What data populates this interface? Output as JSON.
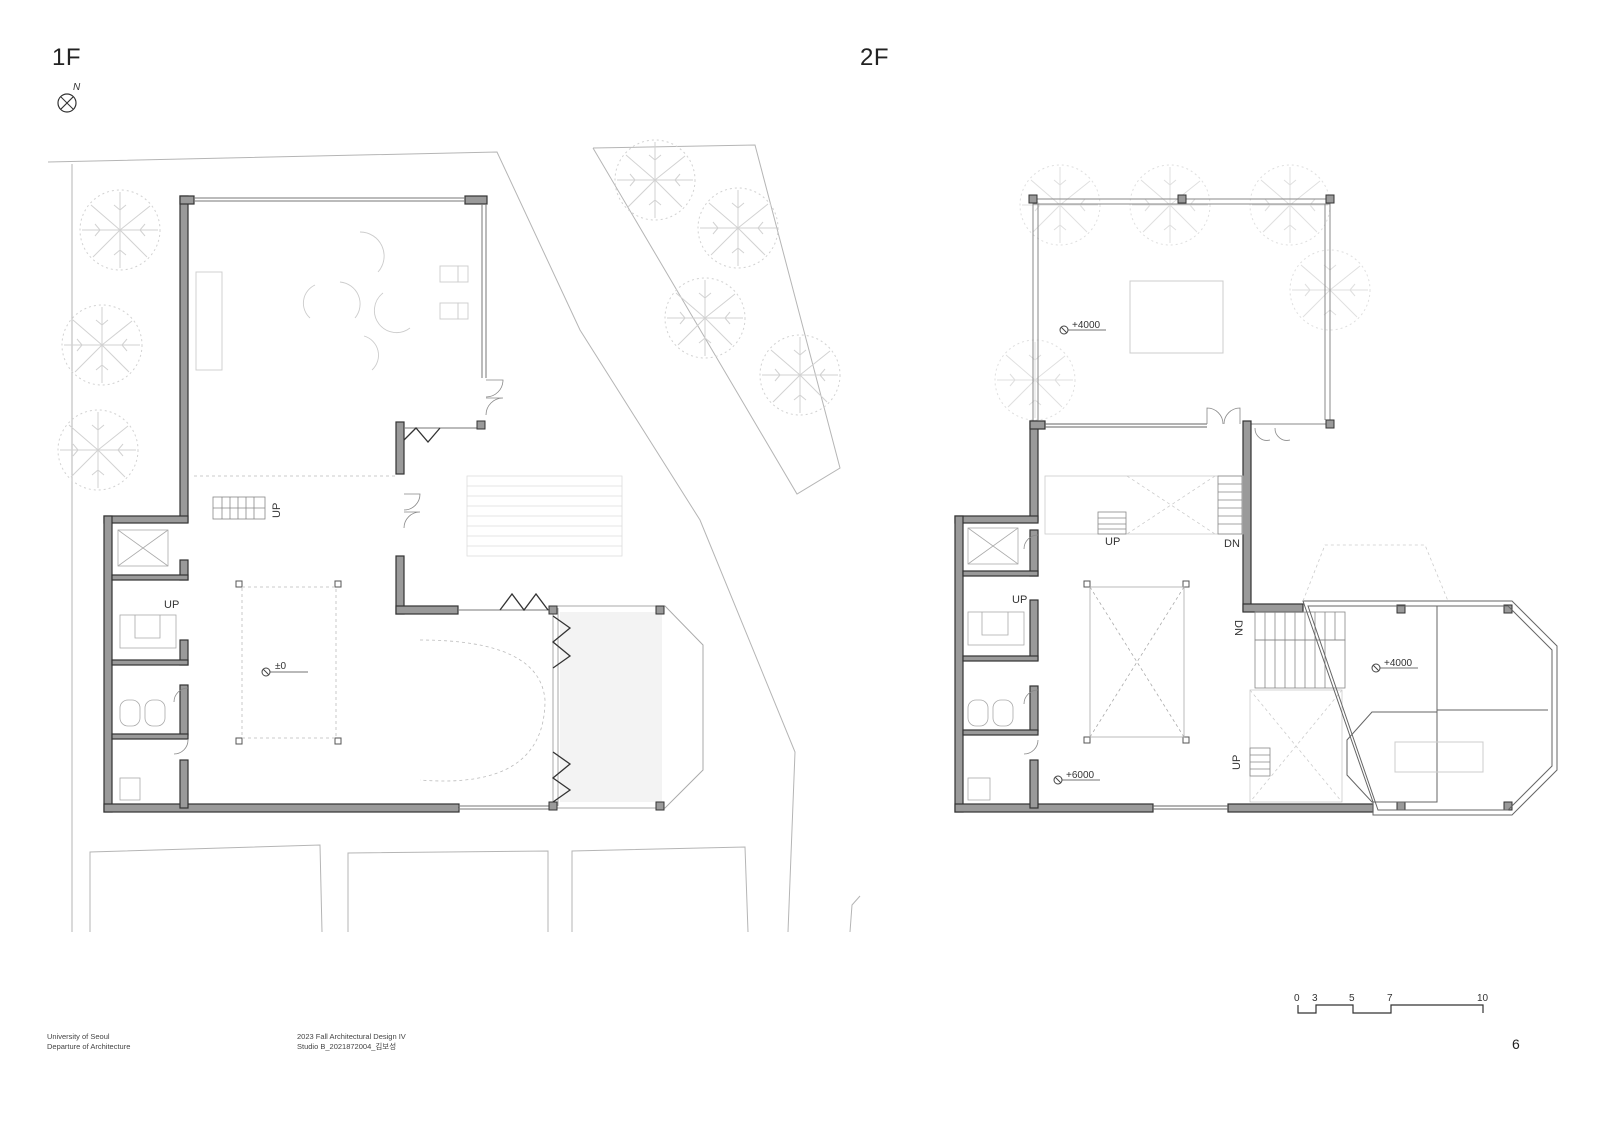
{
  "sheet": {
    "plan_1f": {
      "title": "1F",
      "north_label": "N",
      "level_label": "±0",
      "stair_labels": [
        "UP",
        "UP"
      ]
    },
    "plan_2f": {
      "title": "2F",
      "level_labels": [
        "+4000",
        "+4000",
        "+6000"
      ],
      "stair_labels": [
        "UP",
        "DN",
        "UP",
        "DN",
        "UP"
      ]
    },
    "scale_bar": {
      "ticks": [
        "0",
        "3",
        "5",
        "7",
        "10"
      ]
    },
    "footer": {
      "institution_line1": "University of Seoul",
      "institution_line2": "Departure of Architecture",
      "course_line1": "2023 Fall Architectural Design IV",
      "course_line2": "Studio B_2021872004_김보성"
    },
    "page_number": "6",
    "colors": {
      "wall_fill": "#9a9a9a",
      "wall_stroke": "#333333",
      "thin_line": "#aaaaaa",
      "tree": "#cfcfcf"
    }
  }
}
